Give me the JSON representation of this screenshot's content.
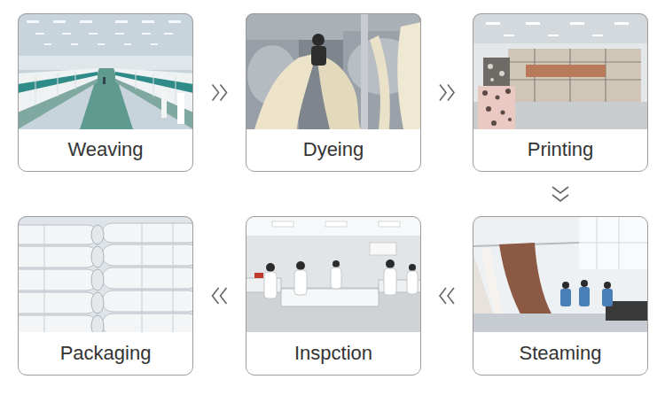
{
  "diagram": {
    "nodes": [
      {
        "text": [
          "Weaving"
        ]
      },
      {
        "text": [
          "Dyeing"
        ]
      },
      {
        "text": [
          "Printing"
        ]
      },
      {
        "text": [
          "Steaming"
        ]
      },
      {
        "text": [
          "Inspction"
        ]
      },
      {
        "text": [
          "Packaging"
        ]
      }
    ],
    "edges": [
      {
        "from": 0,
        "to": 1,
        "arrow": "to"
      },
      {
        "from": 1,
        "to": 2,
        "arrow": "to"
      },
      {
        "from": 2,
        "to": 3,
        "arrow": "to"
      },
      {
        "from": 3,
        "to": 4,
        "arrow": "to"
      },
      {
        "from": 4,
        "to": 5,
        "arrow": "to"
      }
    ]
  }
}
